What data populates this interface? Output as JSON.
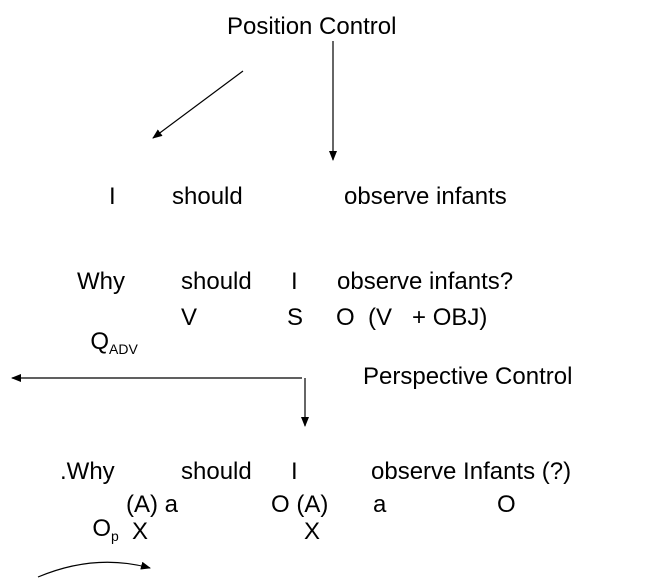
{
  "title": "Position Control",
  "line1": {
    "i": "I",
    "should": "should",
    "rest": "observe infants"
  },
  "question": {
    "why": "Why",
    "should": "should",
    "i": "I",
    "rest": "observe infants?"
  },
  "gloss1": {
    "q": "Q",
    "q_sub": "ADV",
    "v": "V",
    "s": "S",
    "rest": "O  (V   + OBJ)"
  },
  "perspective": "Perspective Control",
  "line3": {
    "why": ".Why",
    "should": "should",
    "i": "I",
    "rest": "observe Infants (?)"
  },
  "gloss2": {
    "o": "O",
    "o_sub": "p",
    "a1": "(A) a",
    "o2": "O (A)",
    "a2": "a",
    "o3": "O"
  },
  "marks": {
    "x1": "X",
    "x2": "X"
  }
}
